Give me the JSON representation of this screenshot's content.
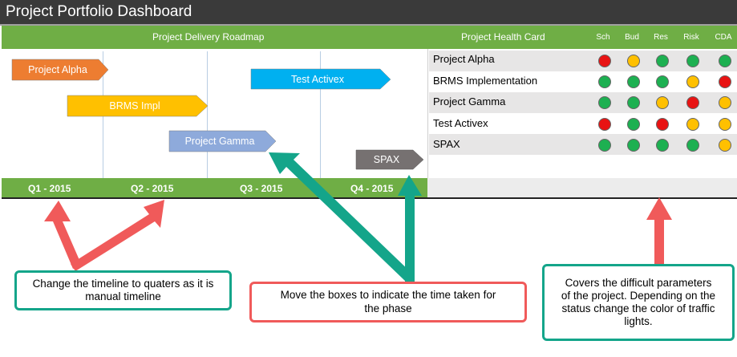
{
  "title": "Project Portfolio Dashboard",
  "roadmap": {
    "header": "Project Delivery Roadmap",
    "quarters": [
      "Q1 - 2015",
      "Q2 - 2015",
      "Q3 - 2015",
      "Q4 - 2015"
    ],
    "bars": [
      {
        "label": "Project Alpha",
        "color": "#ed7d31"
      },
      {
        "label": "BRMS Impl",
        "color": "#ffc000"
      },
      {
        "label": "Project Gamma",
        "color": "#8eaadb"
      },
      {
        "label": "Test Activex",
        "color": "#00b0f0"
      },
      {
        "label": "SPAX",
        "color": "#767171"
      }
    ]
  },
  "health_card": {
    "header": "Project Health Card",
    "columns": [
      "Sch",
      "Bud",
      "Res",
      "Risk",
      "CDA"
    ],
    "status_colors": {
      "red": "#e81313",
      "yellow": "#ffc000",
      "green": "#1db051"
    },
    "rows": [
      {
        "name": "Project Alpha",
        "status": [
          "red",
          "yellow",
          "green",
          "green",
          "green"
        ]
      },
      {
        "name": "BRMS Implementation",
        "status": [
          "green",
          "green",
          "green",
          "yellow",
          "red"
        ]
      },
      {
        "name": "Project Gamma",
        "status": [
          "green",
          "green",
          "yellow",
          "red",
          "yellow"
        ]
      },
      {
        "name": "Test Activex",
        "status": [
          "red",
          "green",
          "red",
          "yellow",
          "yellow"
        ]
      },
      {
        "name": "SPAX",
        "status": [
          "green",
          "green",
          "green",
          "green",
          "yellow"
        ]
      }
    ]
  },
  "annotations": {
    "timeline_note": [
      "Change the timeline to quaters as it is",
      "manual timeline"
    ],
    "boxes_note": [
      "Move the boxes to indicate the time taken for",
      "the phase"
    ],
    "health_note": [
      "Covers the difficult parameters",
      "of the project. Depending on the",
      "status change the color of traffic",
      "lights."
    ],
    "colors": {
      "teal": "#14a58a",
      "red": "#f05a5a"
    }
  }
}
